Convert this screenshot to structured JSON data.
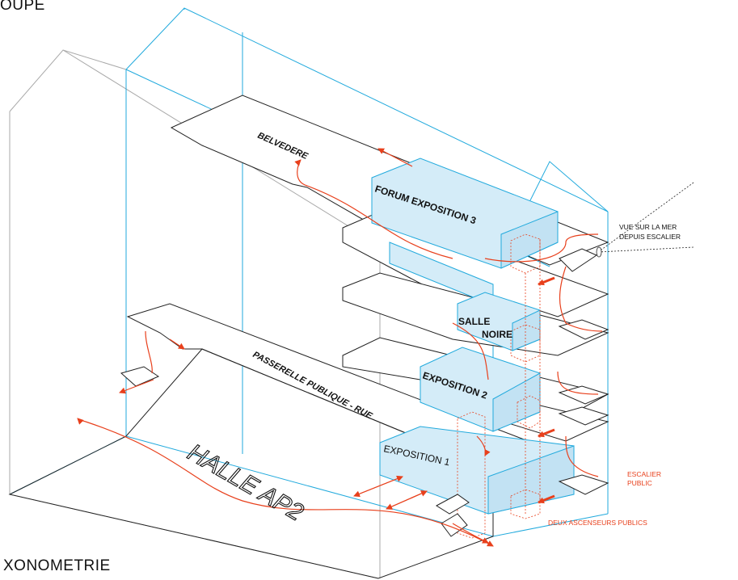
{
  "titles": {
    "top": "OUPE",
    "bottom": "XONOMETRIE"
  },
  "labels": {
    "belvedere": "BELVEDERE",
    "forum": "FORUM EXPOSITION 3",
    "salle_1": "SALLE",
    "salle_2": "NOIRE",
    "expo2": "EXPOSITION 2",
    "expo1": "EXPOSITION 1",
    "passerelle": "PASSERELLE PUBLIQUE - RUE",
    "halle": "HALLE AP2",
    "vue_1": "VUE SUR LA MER",
    "vue_2": "DEPUIS ESCALIER",
    "escalier_1": "ESCALIER",
    "escalier_2": "PUBLIC",
    "ascenseurs": "DEUX ASCENSEURS PUBLICS"
  },
  "colors": {
    "structure_line": "#222222",
    "envelope_line": "#22aadd",
    "building_line": "#a9a9a9",
    "volume_fill": "#d4ecf8",
    "circulation": "#e8401c",
    "annotation_red": "#e8401c"
  }
}
